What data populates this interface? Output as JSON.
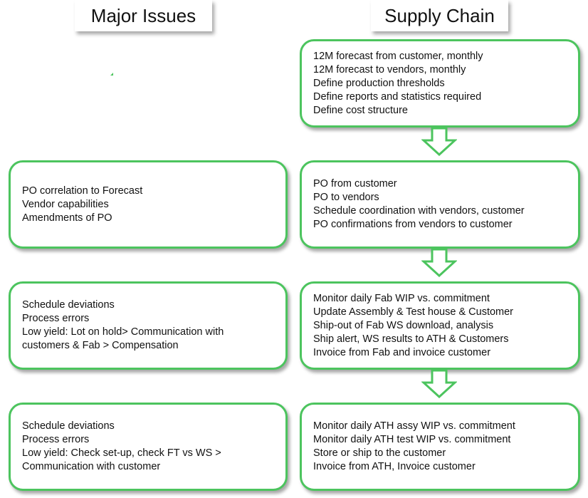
{
  "headers": {
    "left": "Major Issues",
    "right": "Supply Chain"
  },
  "colors": {
    "border": "#4cc45e",
    "arrow_stroke": "#4cc45e",
    "arrow_fill": "#ffffff",
    "text": "#111111"
  },
  "supply_chain": [
    {
      "lines": [
        "12M forecast from customer, monthly",
        "12M forecast to vendors, monthly",
        "Define production thresholds",
        "Define reports and statistics required",
        "Define cost structure"
      ]
    },
    {
      "lines": [
        "PO from customer",
        "PO to vendors",
        "Schedule coordination with vendors, customer",
        "PO confirmations from vendors to customer"
      ]
    },
    {
      "lines": [
        "Monitor daily Fab WIP vs. commitment",
        "Update Assembly & Test house & Customer",
        "Ship-out of Fab WS download, analysis",
        "Ship alert, WS results to ATH & Customers",
        "Invoice from Fab and invoice customer"
      ]
    },
    {
      "lines": [
        "Monitor daily ATH assy WIP vs. commitment",
        "Monitor daily ATH test WIP vs. commitment",
        "Store or ship to the customer",
        "Invoice from ATH, Invoice customer"
      ]
    }
  ],
  "major_issues": [
    {
      "lines": []
    },
    {
      "lines": [
        "PO correlation to Forecast",
        "Vendor capabilities",
        "Amendments of PO"
      ]
    },
    {
      "lines": [
        "Schedule deviations",
        "Process errors",
        "Low yield: Lot on hold> Communication with",
        "customers & Fab > Compensation"
      ]
    },
    {
      "lines": [
        "Schedule deviations",
        "Process errors",
        "Low yield: Check set-up, check FT vs WS >",
        "Communication with customer"
      ]
    }
  ]
}
